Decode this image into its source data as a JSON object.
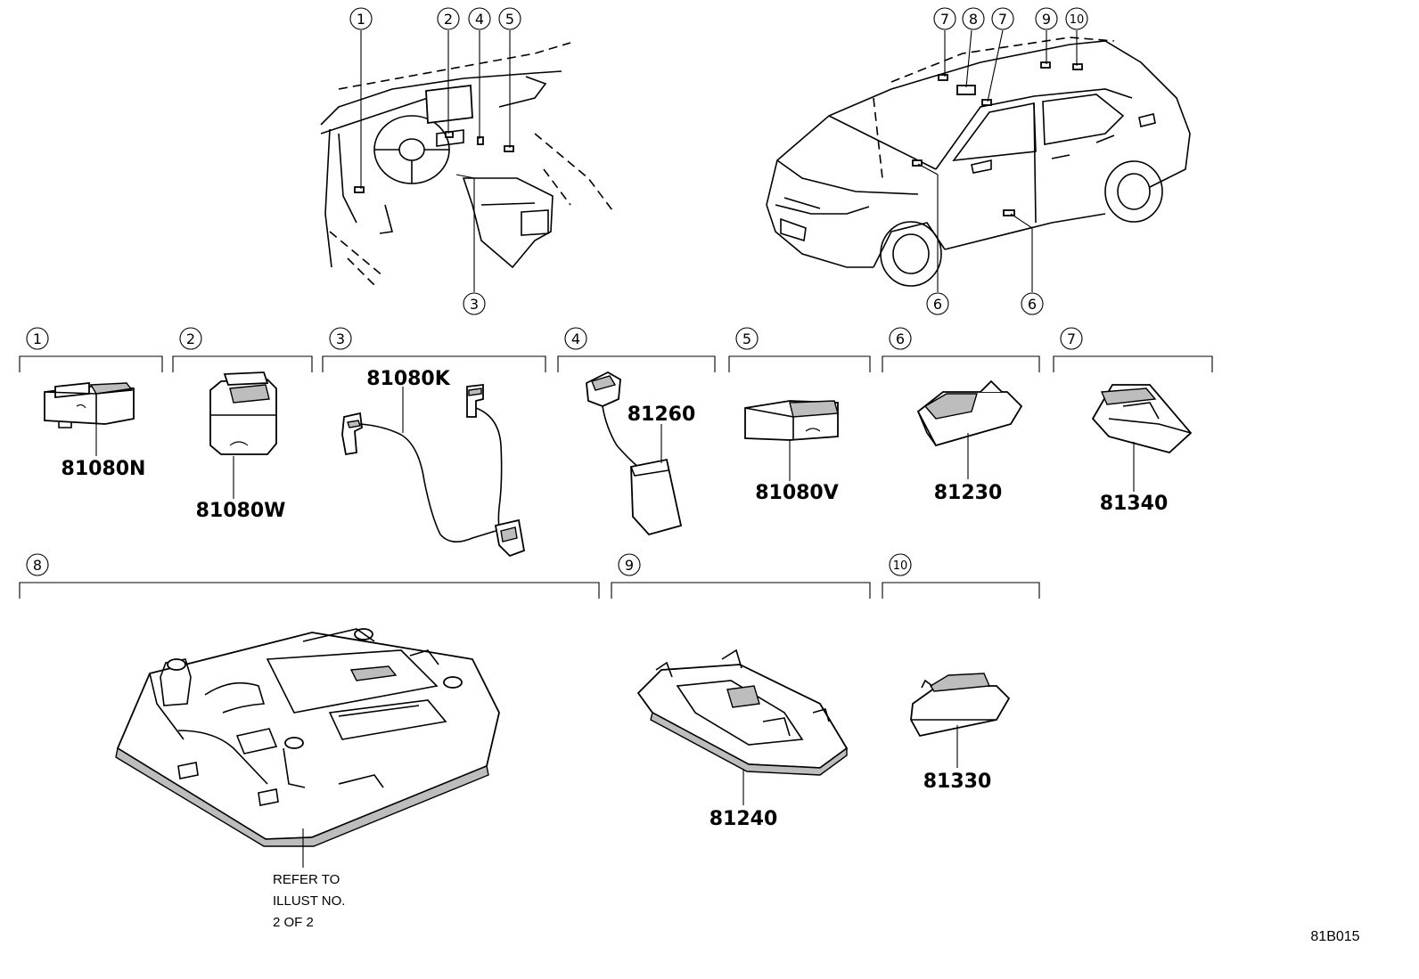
{
  "callouts": {
    "c1": "1",
    "c2": "2",
    "c3": "3",
    "c4": "4",
    "c5": "5",
    "c6": "6",
    "c7": "7",
    "c8": "8",
    "c9": "9",
    "c10": "10"
  },
  "parts": {
    "p1": "81080N",
    "p2": "81080W",
    "p3": "81080K",
    "p4": "81260",
    "p5": "81080V",
    "p6": "81230",
    "p7": "81340",
    "p8_note": [
      "REFER TO",
      "ILLUST NO.",
      "2 OF 2"
    ],
    "p9": "81240",
    "p10": "81330"
  },
  "illustration_code": "81B015"
}
